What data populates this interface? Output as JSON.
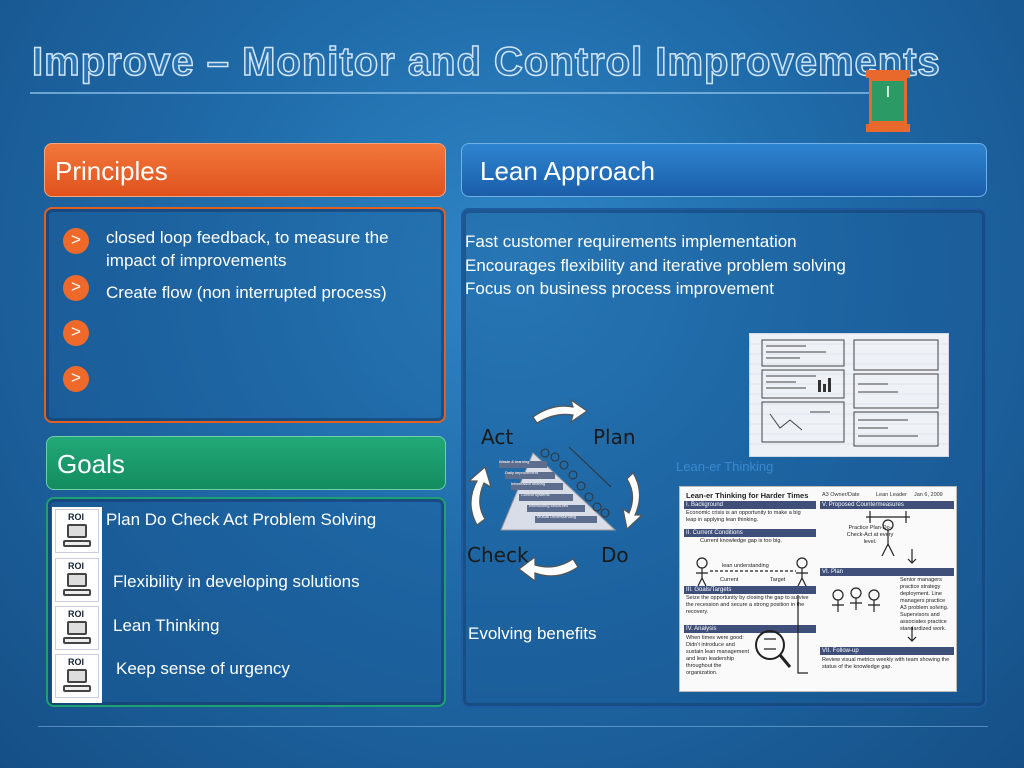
{
  "title": "Improve – Monitor and Control Improvements",
  "marker_text": "I",
  "principles": {
    "header": "Principles",
    "items": [
      {
        "bullet": ">",
        "text": "closed loop feedback, to measure the impact of improvements"
      },
      {
        "bullet": ">",
        "text": "Create flow (non interrupted process)"
      },
      {
        "bullet": ">",
        "text": ""
      },
      {
        "bullet": ">",
        "text": ""
      }
    ]
  },
  "goals": {
    "header": "Goals",
    "items": [
      {
        "icon_label": "ROI",
        "text": "Plan Do Check Act Problem Solving"
      },
      {
        "icon_label": "ROI",
        "text": "Flexibility in developing solutions"
      },
      {
        "icon_label": "ROI",
        "text": "Lean Thinking"
      },
      {
        "icon_label": "ROI",
        "text": "Keep sense of urgency"
      }
    ]
  },
  "lean": {
    "header": "Lean Approach",
    "lines": [
      "Fast customer requirements implementation",
      "Encourages flexibility and iterative problem solving",
      "Focus on business process improvement"
    ],
    "cycle": {
      "act": "Act",
      "plan": "Plan",
      "check": "Check",
      "do": "Do"
    },
    "pyramid_levels": [
      "Waste & learning",
      "Daily improvement",
      "Information sharing",
      "Control systems",
      "Interlocking structures",
      "Mutual Understanding"
    ],
    "caption": "Evolving benefits",
    "faint_caption": "Lean-er Thinking",
    "poster": {
      "title": "Lean-er Thinking for Harder Times",
      "owner": "A3 Owner/Date",
      "leader": "Lean Leader",
      "date": "Jan 6, 2009",
      "sections_left": [
        {
          "head": "I. Background",
          "body": "Economic crisis is an opportunity to make a big leap in applying lean thinking."
        },
        {
          "head": "II. Current Conditions",
          "body": "Current knowledge gap is too big."
        },
        {
          "head": "III. Goals/Targets",
          "body": "Seize the opportunity by closing the gap to survive the recession and secure a strong position in the recovery."
        },
        {
          "head": "IV. Analysis",
          "body": "When times were good: Didn't introduce and sustain lean management and lean leadership throughout the organization."
        }
      ],
      "sections_right": [
        {
          "head": "V. Proposed Countermeasures",
          "body": "Practice Plan-Do-Check-Act at every level."
        },
        {
          "head": "VI. Plan",
          "body": "Senior managers practice strategy deployment. Line managers practice A3 problem solving. Supervisors and associates practice standardized work."
        },
        {
          "head": "VII. Follow-up",
          "body": "Review visual metrics weekly with team showing the status of the knowledge gap."
        }
      ],
      "labels": {
        "gap": "lean understanding",
        "current": "Current",
        "target": "Target"
      }
    }
  },
  "colors": {
    "orange": "#e9682c",
    "blue_header": "#2473bf",
    "green": "#1aa070",
    "background": "#1f6aa8"
  }
}
